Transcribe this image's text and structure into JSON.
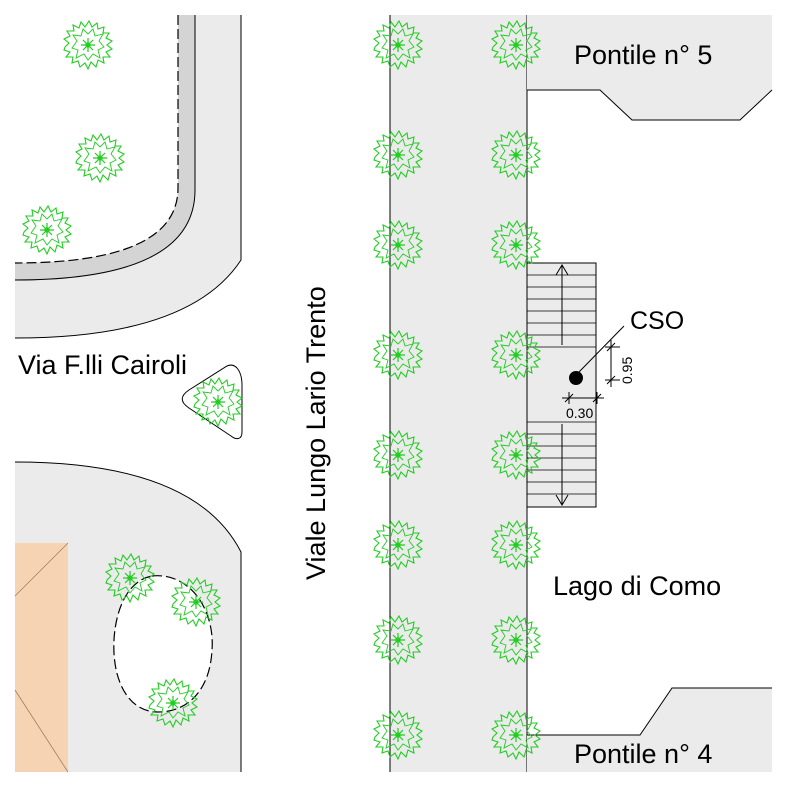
{
  "labels": {
    "pier_5": "Pontile n° 5",
    "pier_4": "Pontile n° 4",
    "street_cairoli": "Via F.lli Cairoli",
    "street_lungo_lario": "Viale Lungo Lario Trento",
    "lake": "Lago di Como",
    "cso": "CSO"
  },
  "dimensions": {
    "vertical": "0.95",
    "horizontal": "0.30"
  },
  "colors": {
    "paving": "#ebebeb",
    "kerb_strip": "#d4d4d4",
    "building": "#f5d3b3",
    "tree": "#22cc22",
    "line": "#000000"
  },
  "icons": {
    "tree": "tree-icon",
    "outfall": "cso-outfall-icon"
  }
}
